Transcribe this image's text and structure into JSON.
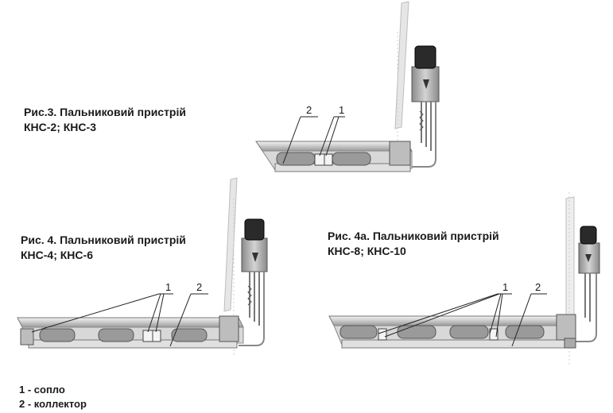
{
  "figures": [
    {
      "id": "fig3",
      "caption_line1": "Рис.3. Пальниковий пристрій",
      "caption_line2": "КНС-2; КНС-3",
      "callout_1": "1",
      "callout_2": "2"
    },
    {
      "id": "fig4",
      "caption_line1": "Рис. 4. Пальниковий пристрій",
      "caption_line2": "КНС-4; КНС-6",
      "callout_1": "1",
      "callout_2": "2"
    },
    {
      "id": "fig4a",
      "caption_line1": "Рис. 4а. Пальниковий пристрій",
      "caption_line2": "КНС-8; КНС-10",
      "callout_1": "1",
      "callout_2": "2"
    }
  ],
  "legend": {
    "item1": "1 - сопло",
    "item2": "2 - коллектор"
  }
}
